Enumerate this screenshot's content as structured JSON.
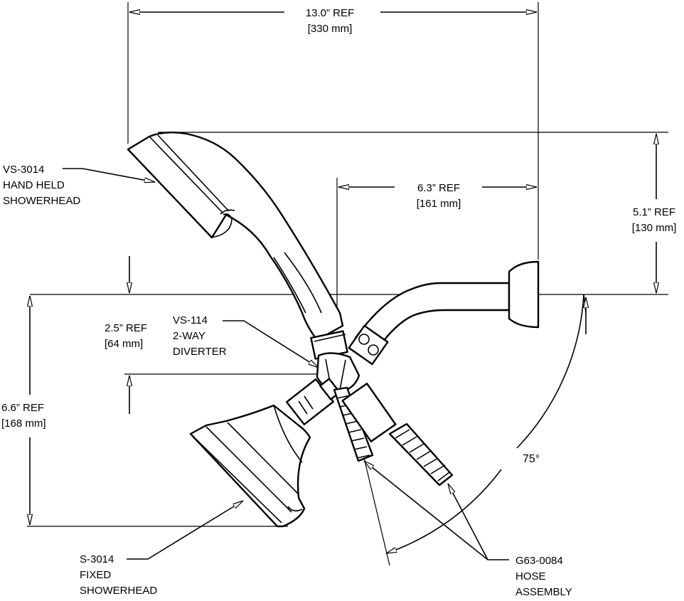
{
  "dimensions": {
    "overall_width": {
      "inches": "13.0” REF",
      "mm": "[330 mm]"
    },
    "arm_width": {
      "inches": "6.3” REF",
      "mm": "[161 mm]"
    },
    "handheld_height": {
      "inches": "5.1” REF",
      "mm": "[130 mm]"
    },
    "diverter_drop": {
      "inches": "2.5” REF",
      "mm": "[64 mm]"
    },
    "overall_height": {
      "inches": "6.6” REF",
      "mm": "[168 mm]"
    },
    "angle": "75°"
  },
  "parts": {
    "handheld": {
      "code": "VS-3014",
      "line1": "HAND HELD",
      "line2": "SHOWERHEAD"
    },
    "diverter": {
      "code": "VS-114",
      "line1": "2-WAY",
      "line2": "DIVERTER"
    },
    "fixed": {
      "code": "S-3014",
      "line1": "FIXED",
      "line2": "SHOWERHEAD"
    },
    "hose": {
      "code": "G63-0084",
      "line1": "HOSE",
      "line2": "ASSEMBLY"
    }
  }
}
